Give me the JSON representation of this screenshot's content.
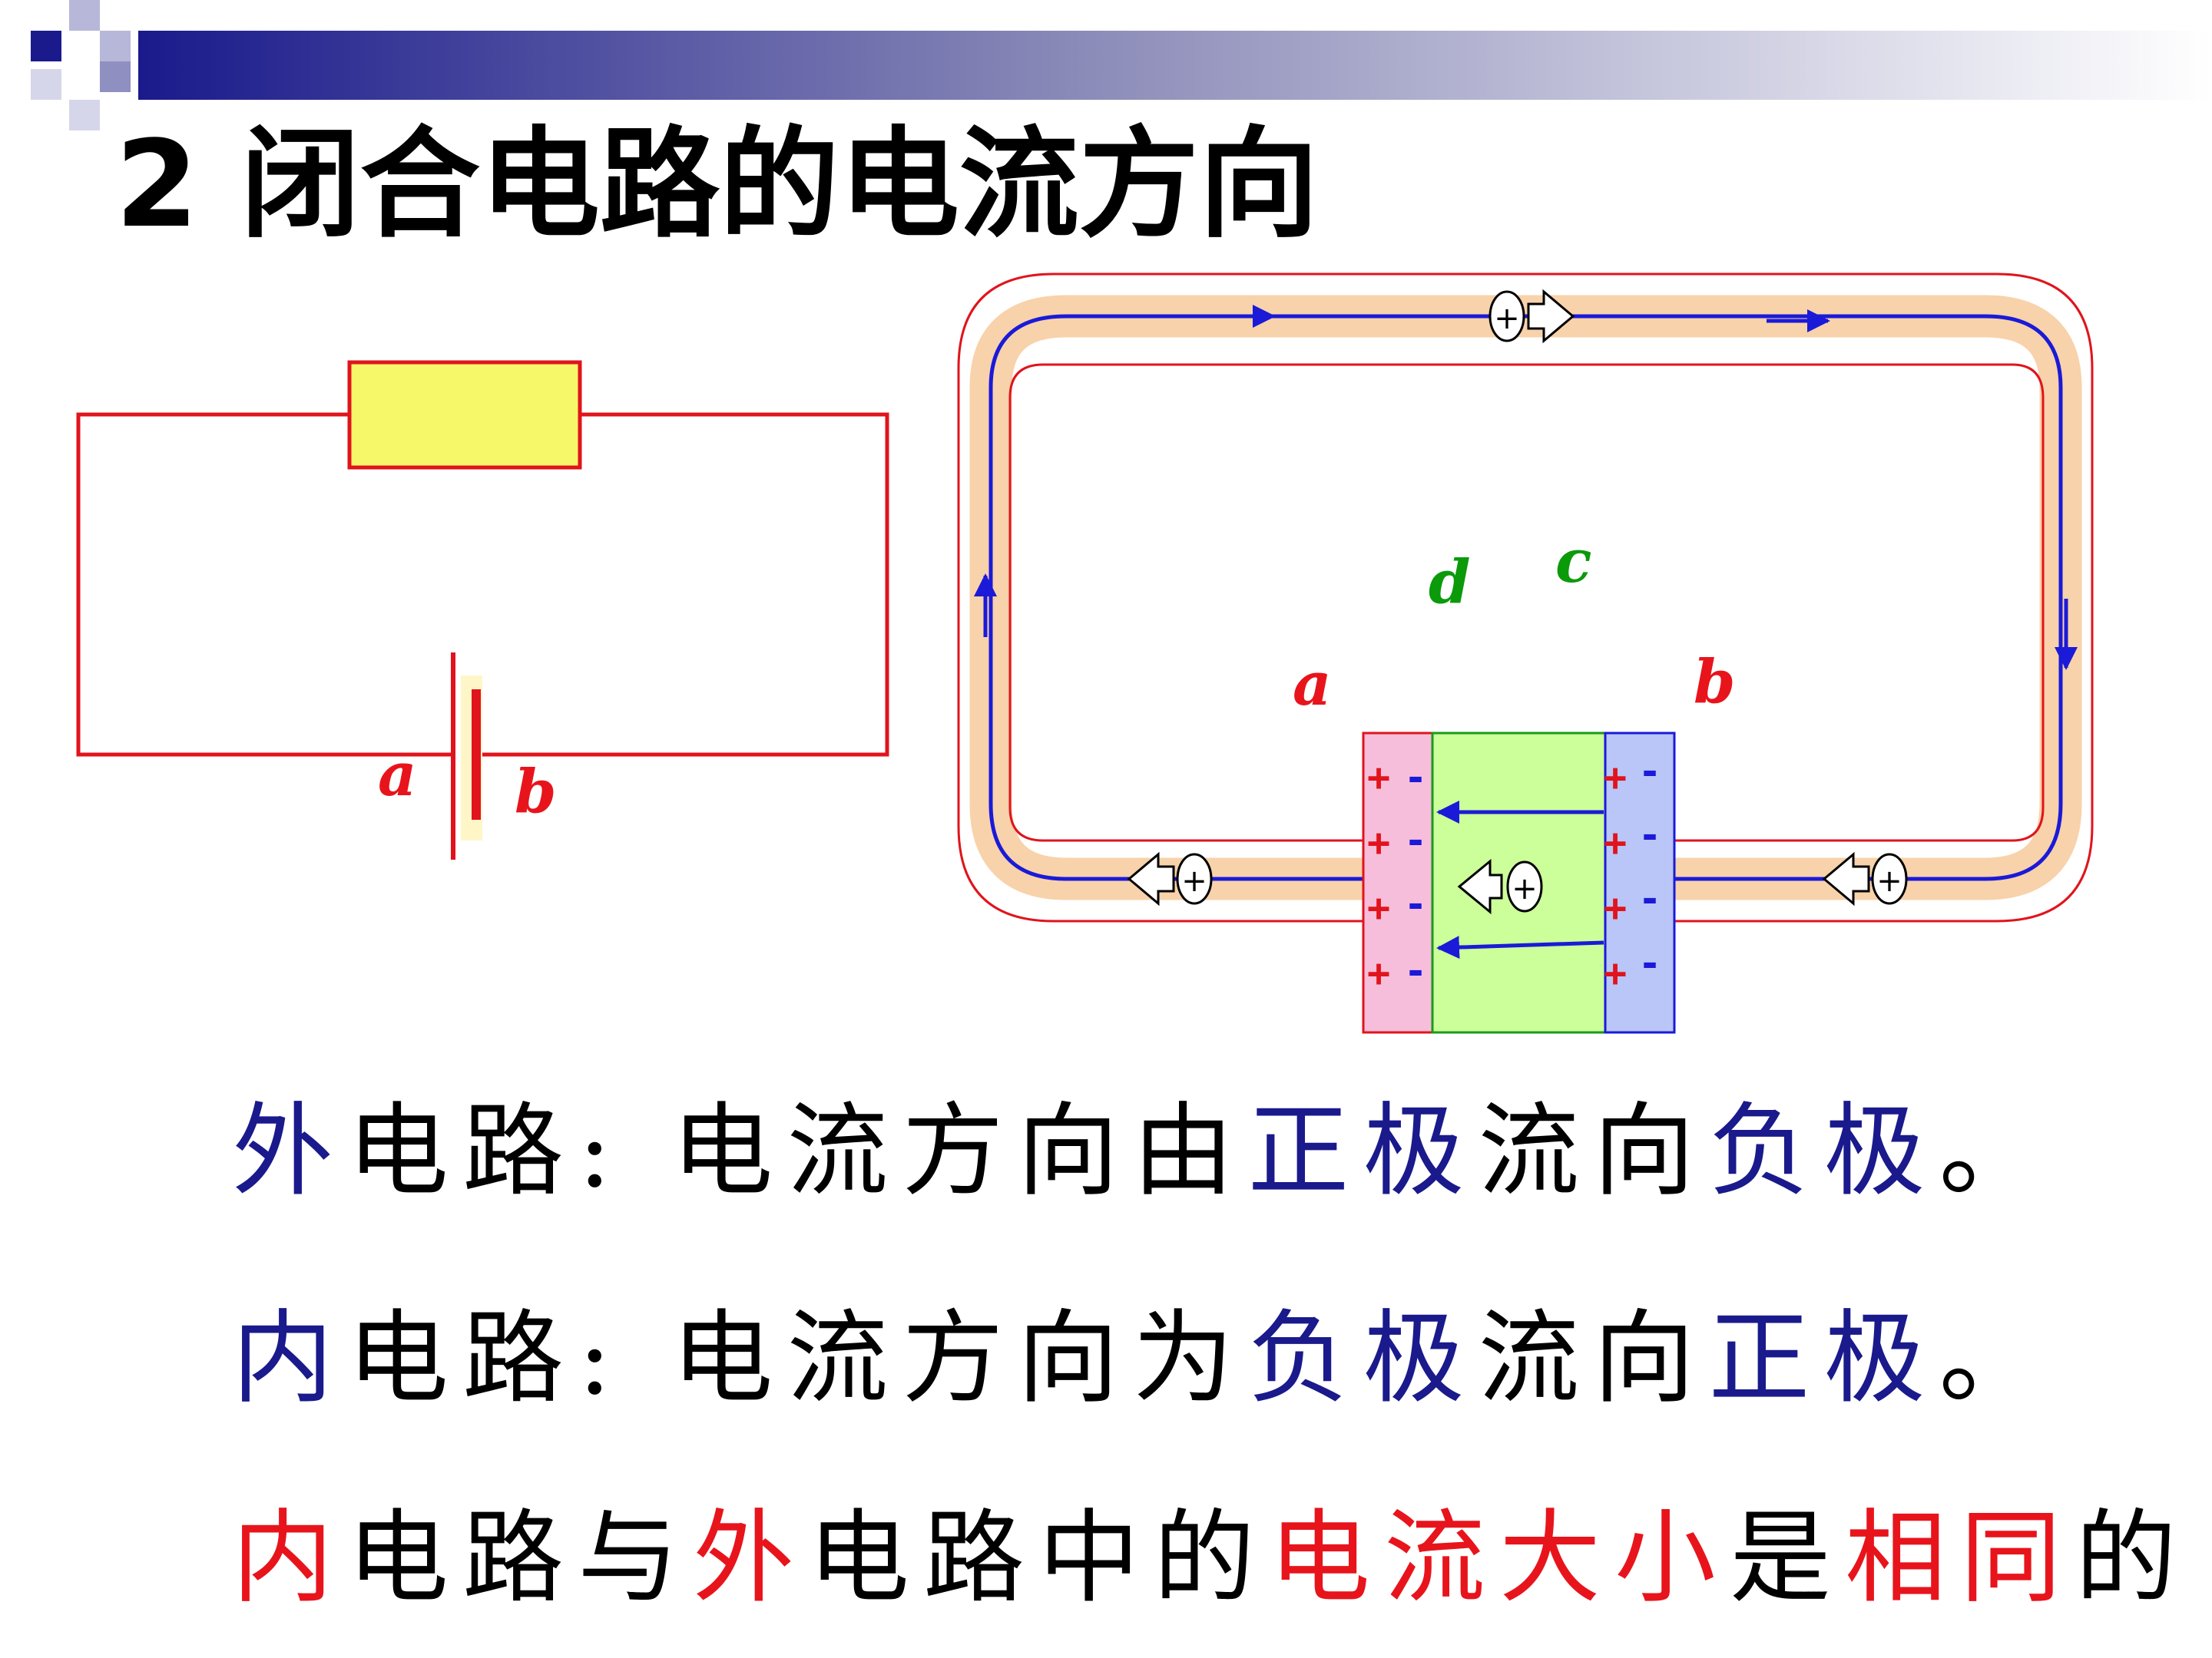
{
  "title": "2 闭合电路的电流方向",
  "colors": {
    "navy": "#1a1a8c",
    "red": "#e8141c",
    "green": "#0a9a0a",
    "wire_red": "#e0141c",
    "resistor_fill": "#f7f76a",
    "band": "#f8d2aa",
    "flow": "#1a1ad8",
    "positive_plate": "#f7bedb",
    "electrolyte": "#ccff99",
    "negative_plate": "#b9c6f7"
  },
  "left_circuit": {
    "label_a": "a",
    "label_b": "b"
  },
  "right_circuit": {
    "label_a": "a",
    "label_b": "b",
    "label_c": "c",
    "label_d": "d",
    "plus": "+",
    "minus": "-",
    "charge_symbol": "+"
  },
  "statements": {
    "outer": [
      {
        "text": "外",
        "color": "navy"
      },
      {
        "text": "电路:",
        "color": "black"
      },
      {
        "text": " 电流方向由",
        "color": "black"
      },
      {
        "text": "正极",
        "color": "navy"
      },
      {
        "text": "流向",
        "color": "black"
      },
      {
        "text": "负极",
        "color": "navy"
      },
      {
        "text": "。",
        "color": "black"
      }
    ],
    "inner": [
      {
        "text": "内",
        "color": "navy"
      },
      {
        "text": "电路:",
        "color": "black"
      },
      {
        "text": " 电流方向为",
        "color": "black"
      },
      {
        "text": "负极",
        "color": "navy"
      },
      {
        "text": "流向",
        "color": "black"
      },
      {
        "text": "正极",
        "color": "navy"
      },
      {
        "text": "。",
        "color": "black"
      }
    ],
    "equal": [
      {
        "text": "内",
        "color": "red"
      },
      {
        "text": "电路与",
        "color": "black"
      },
      {
        "text": "外",
        "color": "red"
      },
      {
        "text": "电路中的",
        "color": "black"
      },
      {
        "text": "电流大小",
        "color": "red"
      },
      {
        "text": "是",
        "color": "black"
      },
      {
        "text": "相同",
        "color": "red"
      },
      {
        "text": "的",
        "color": "black"
      }
    ]
  }
}
